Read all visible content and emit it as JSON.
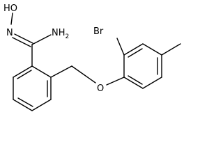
{
  "molecule": {
    "atoms": {
      "hydroxyl": "HO",
      "imine_n": "N",
      "amine": "NH2",
      "ether_o": "O",
      "bromine": "Br"
    }
  }
}
